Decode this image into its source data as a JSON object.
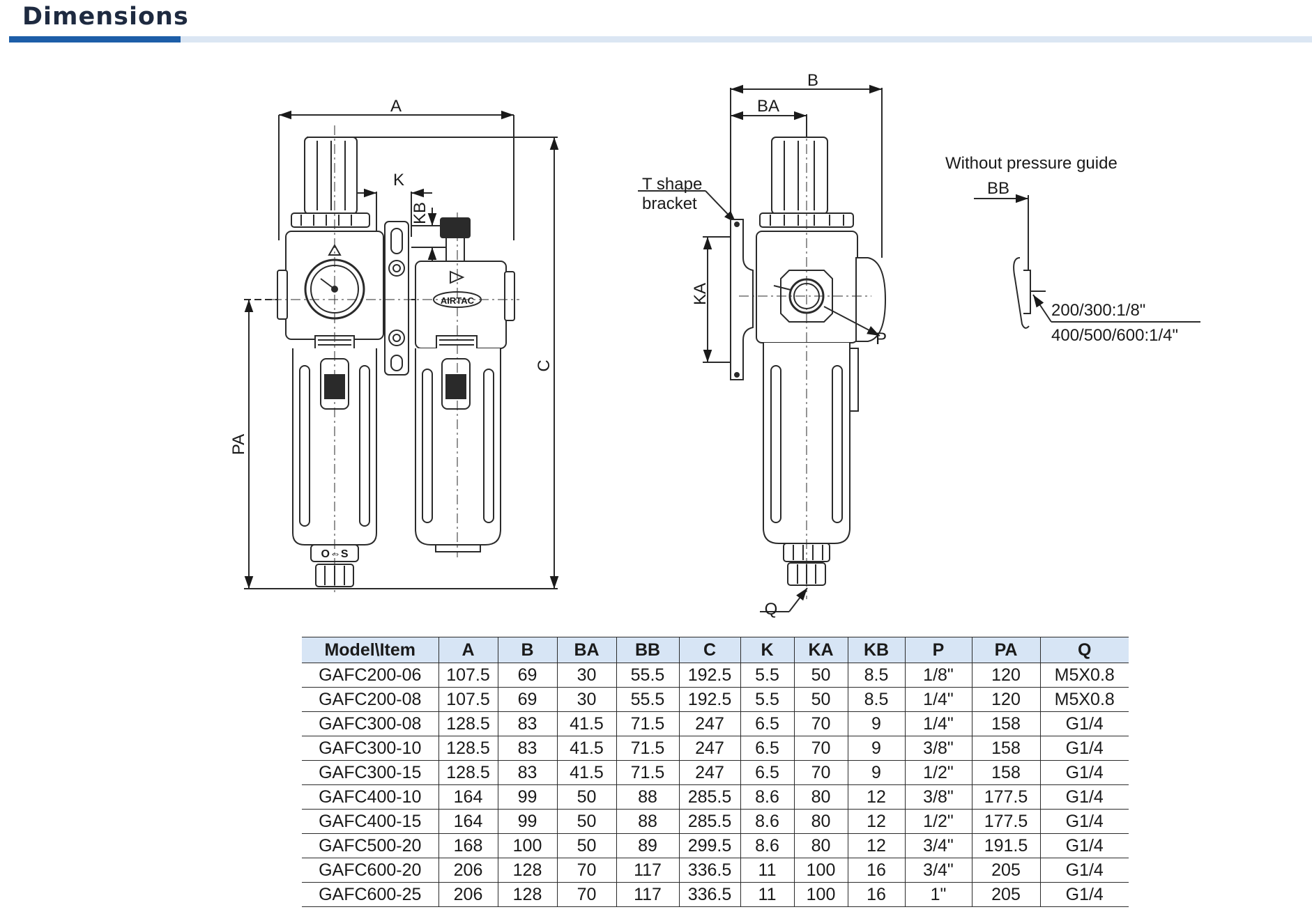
{
  "header": {
    "title": "Dimensions"
  },
  "colors": {
    "accent": "#1d5ea8",
    "accent_light": "#dbe6f3",
    "table_header_bg": "#d7e5f5",
    "line": "#2a2a2a"
  },
  "drawing": {
    "dim_A": "A",
    "dim_K": "K",
    "dim_KB": "KB",
    "dim_C": "C",
    "dim_PA": "PA",
    "dim_B": "B",
    "dim_BA": "BA",
    "dim_KA": "KA",
    "dim_P": "P",
    "dim_Q": "Q",
    "bracket_label_1": "T shape",
    "bracket_label_2": "bracket",
    "without_guide": "Without pressure guide",
    "dim_BB": "BB",
    "thread_200_300": "200/300:1/8\"",
    "thread_400_600": "400/500/600:1/4\"",
    "gauge_arrow_label": "O⇔S",
    "brand": "AIRTAC"
  },
  "table": {
    "headers": [
      "Model\\Item",
      "A",
      "B",
      "BA",
      "BB",
      "C",
      "K",
      "KA",
      "KB",
      "P",
      "PA",
      "Q"
    ],
    "rows": [
      [
        "GAFC200-06",
        "107.5",
        "69",
        "30",
        "55.5",
        "192.5",
        "5.5",
        "50",
        "8.5",
        "1/8\"",
        "120",
        "M5X0.8"
      ],
      [
        "GAFC200-08",
        "107.5",
        "69",
        "30",
        "55.5",
        "192.5",
        "5.5",
        "50",
        "8.5",
        "1/4\"",
        "120",
        "M5X0.8"
      ],
      [
        "GAFC300-08",
        "128.5",
        "83",
        "41.5",
        "71.5",
        "247",
        "6.5",
        "70",
        "9",
        "1/4\"",
        "158",
        "G1/4"
      ],
      [
        "GAFC300-10",
        "128.5",
        "83",
        "41.5",
        "71.5",
        "247",
        "6.5",
        "70",
        "9",
        "3/8\"",
        "158",
        "G1/4"
      ],
      [
        "GAFC300-15",
        "128.5",
        "83",
        "41.5",
        "71.5",
        "247",
        "6.5",
        "70",
        "9",
        "1/2\"",
        "158",
        "G1/4"
      ],
      [
        "GAFC400-10",
        "164",
        "99",
        "50",
        "88",
        "285.5",
        "8.6",
        "80",
        "12",
        "3/8\"",
        "177.5",
        "G1/4"
      ],
      [
        "GAFC400-15",
        "164",
        "99",
        "50",
        "88",
        "285.5",
        "8.6",
        "80",
        "12",
        "1/2\"",
        "177.5",
        "G1/4"
      ],
      [
        "GAFC500-20",
        "168",
        "100",
        "50",
        "89",
        "299.5",
        "8.6",
        "80",
        "12",
        "3/4\"",
        "191.5",
        "G1/4"
      ],
      [
        "GAFC600-20",
        "206",
        "128",
        "70",
        "117",
        "336.5",
        "11",
        "100",
        "16",
        "3/4\"",
        "205",
        "G1/4"
      ],
      [
        "GAFC600-25",
        "206",
        "128",
        "70",
        "117",
        "336.5",
        "11",
        "100",
        "16",
        "1\"",
        "205",
        "G1/4"
      ]
    ]
  }
}
